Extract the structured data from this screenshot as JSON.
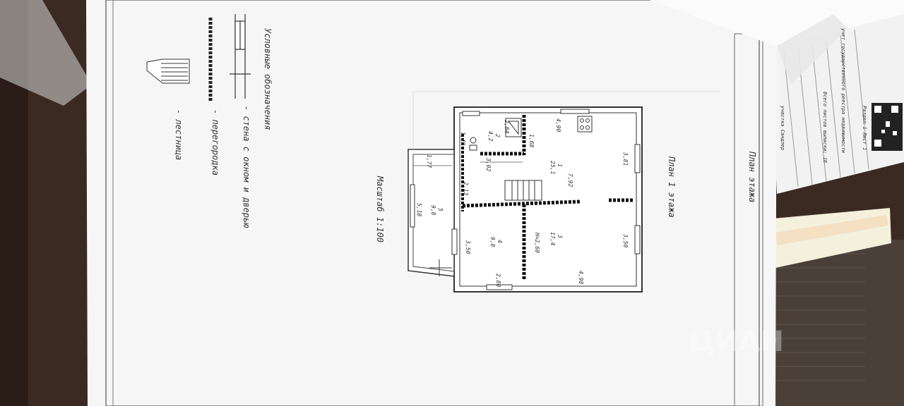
{
  "legend": {
    "title": "Условные обозначения",
    "wall_label": "- стена с окном и дверью",
    "partition_label": "- перегородка",
    "stairs_label": "- лестница"
  },
  "plan": {
    "frame_title": "План этажа",
    "floor_title": "План 1 этажа",
    "scale": "Масштаб 1:100",
    "height": "H=2,60"
  },
  "rooms": [
    {
      "num": "1",
      "area": "25,1"
    },
    {
      "num": "2",
      "area": "4,2"
    },
    {
      "num": "3",
      "area": "17,4"
    },
    {
      "num": "4",
      "area": "9,8"
    },
    {
      "num": "5",
      "area": "9,8"
    }
  ],
  "dimensions": {
    "d_284": "2,84",
    "d_490": "4,90",
    "d_149": "1,49",
    "d_168": "1,68",
    "d_302": "3,02",
    "d_381": "3,81",
    "d_177": "1,77",
    "d_213": "2,13",
    "d_792": "7,92",
    "d_518": "5,18",
    "d_350a": "3,50",
    "d_350b": "3,50",
    "d_280": "2,80",
    "d_498": "4,98"
  },
  "doc2": {
    "line1": "учет государственного реестра недвижимости",
    "line2": "Всего листов выписки: 16",
    "line3": "Раздел 1 Лист 1",
    "line4": "участка Сандлер"
  },
  "watermark": {
    "text": "ЦИАН"
  }
}
